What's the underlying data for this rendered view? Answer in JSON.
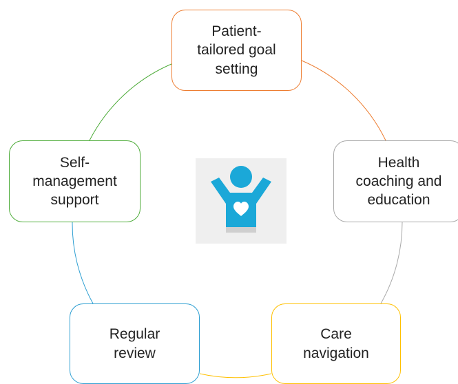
{
  "diagram": {
    "nodes": [
      {
        "id": "goal",
        "label": "Patient-\ntailored goal\nsetting",
        "color": "#ed7d31"
      },
      {
        "id": "coaching",
        "label": "Health\ncoaching and\neducation",
        "color": "#a8a8a8"
      },
      {
        "id": "care",
        "label": "Care\nnavigation",
        "color": "#ffc000"
      },
      {
        "id": "review",
        "label": "Regular\nreview",
        "color": "#2e9fd2"
      },
      {
        "id": "self",
        "label": "Self-\nmanagement\nsupport",
        "color": "#4eac3a"
      }
    ],
    "center_icon": "person-with-heart-icon",
    "icon_color": "#1ba8d8"
  }
}
